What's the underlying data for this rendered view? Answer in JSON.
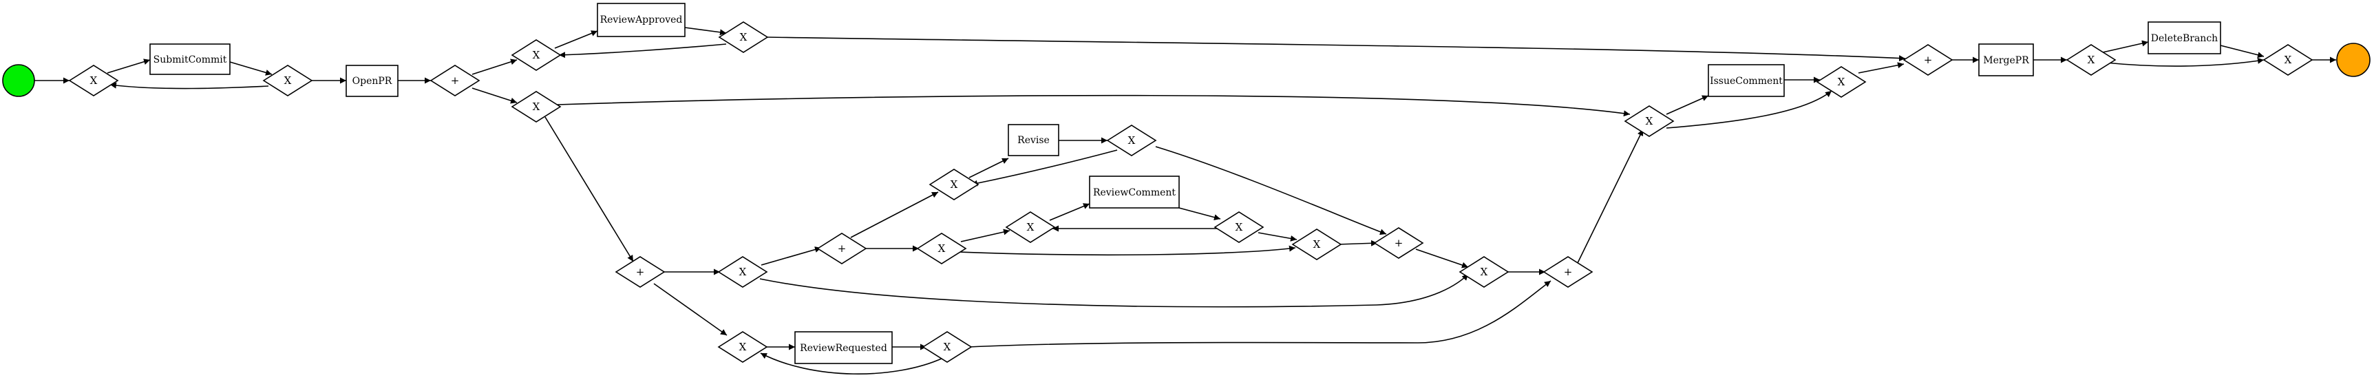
{
  "diagram": {
    "start_color": "#00ee00",
    "end_color": "#ffa500",
    "tasks": {
      "submit_commit": "SubmitCommit",
      "open_pr": "OpenPR",
      "review_approved": "ReviewApproved",
      "merge_pr": "MergePR",
      "delete_branch": "DeleteBranch",
      "issue_comment": "IssueComment",
      "revise": "Revise",
      "review_comment": "ReviewComment",
      "review_requested": "ReviewRequested"
    },
    "gateway_symbols": {
      "xor": "X",
      "and": "+"
    }
  }
}
